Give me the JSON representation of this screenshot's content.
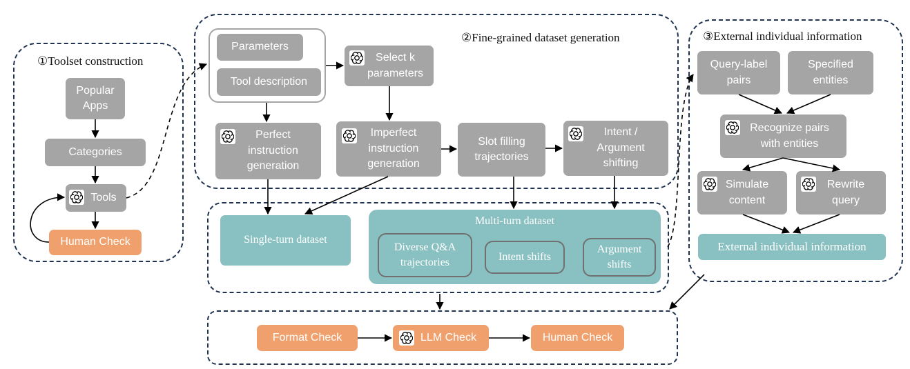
{
  "sections": {
    "toolset": {
      "title": "①Toolset construction"
    },
    "generation": {
      "title": "②Fine-grained dataset generation"
    },
    "external": {
      "title": "③External individual information"
    }
  },
  "toolset": {
    "popular_apps": "Popular\nApps",
    "categories": "Categories",
    "tools": "Tools",
    "human_check": "Human Check"
  },
  "generation": {
    "parameters": "Parameters",
    "tool_description": "Tool description",
    "select_k": "Select k\nparameters",
    "perfect": "Perfect\ninstruction\ngeneration",
    "imperfect": "Imperfect\ninstruction\ngeneration",
    "slot_filling": "Slot filling\ntrajectories",
    "intent_arg": "Intent /\nArgument\nshifting"
  },
  "datasets": {
    "single_turn": "Single-turn dataset",
    "multi_turn": "Multi-turn dataset",
    "diverse_qa": "Diverse Q&A\ntrajectories",
    "intent_shifts": "Intent shifts",
    "argument_shifts": "Argument\nshifts"
  },
  "external": {
    "query_label": "Query-label\npairs",
    "specified": "Specified\nentities",
    "recognize": "Recognize pairs\nwith entities",
    "simulate": "Simulate\ncontent",
    "rewrite": "Rewrite\nquery",
    "info": "External individual information"
  },
  "checks": {
    "format": "Format Check",
    "llm": "LLM Check",
    "human": "Human Check"
  },
  "icons": {
    "llm": "openai-logo-icon"
  },
  "colors": {
    "gray": "#a5a5a5",
    "orange": "#f0a06d",
    "teal": "#89c0c1",
    "dashed_border": "#1f3250"
  }
}
